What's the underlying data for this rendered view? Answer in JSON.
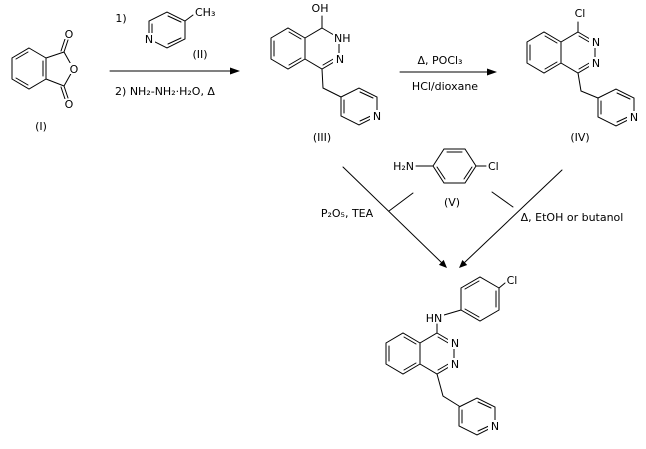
{
  "colors": {
    "ink": "#000000",
    "background": "#ffffff"
  },
  "scheme": {
    "step1_label": "1)",
    "step2_label": "2) NH₂-NH₂·H₂O, Δ",
    "arrow2_above": "Δ, POCl₃",
    "arrow2_below": "HCl/dioxane",
    "left_route_label": "P₂O₅, TEA",
    "right_route_label": "Δ, EtOH or butanol"
  },
  "molecules": {
    "phthalic_anhydride": {
      "id_label": "(I)",
      "atoms": {
        "o_top": "O",
        "o_ring": "O",
        "o_bottom": "O"
      }
    },
    "methylpyridine": {
      "id_label": "(II)",
      "atoms": {
        "n": "N",
        "methyl": "CH₃"
      }
    },
    "hydroxyphthalazine": {
      "id_label": "(III)",
      "atoms": {
        "oh": "OH",
        "nh": "NH",
        "n3": "N",
        "pyridine_n": "N"
      }
    },
    "chlorophthalazine": {
      "id_label": "(IV)",
      "atoms": {
        "cl": "Cl",
        "n2": "N",
        "n3": "N",
        "pyridine_n": "N"
      }
    },
    "chloroaniline": {
      "id_label": "(V)",
      "atoms": {
        "amine": "H₂N",
        "cl": "Cl"
      }
    },
    "product": {
      "atoms": {
        "hn": "HN",
        "cl": "Cl",
        "n2": "N",
        "n3": "N",
        "pyridine_n": "N"
      }
    }
  }
}
